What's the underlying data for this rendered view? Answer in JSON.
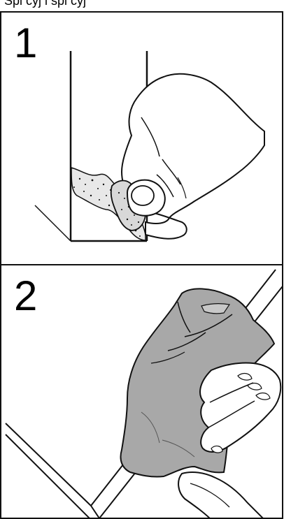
{
  "header": {
    "caption": "Spi cyj i spi cyj"
  },
  "steps": [
    {
      "number": "1"
    },
    {
      "number": "2"
    }
  ],
  "colors": {
    "line": "#111111",
    "cloth": "#a8a8a8",
    "skin": "#ffffff"
  }
}
